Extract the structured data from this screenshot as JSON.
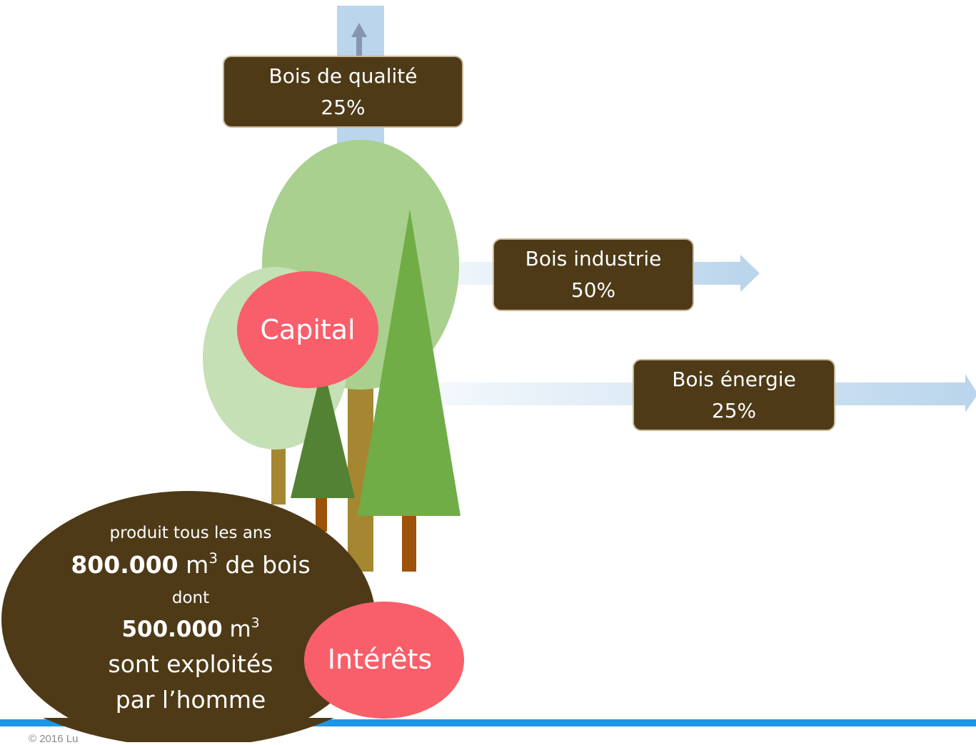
{
  "outputs": [
    {
      "label": "Bois de qualité",
      "percent": "25%"
    },
    {
      "label": "Bois industrie",
      "percent": "50%"
    },
    {
      "label": "Bois énergie",
      "percent": "25%"
    }
  ],
  "capital_label": "Capital",
  "interets_label": "Intérêts",
  "production": {
    "line1": "produit tous les ans",
    "amount1": "800.000",
    "unit1": "m",
    "exp1": "3",
    "suffix1": " de bois",
    "line3": "dont",
    "amount2": "500.000",
    "unit2": "m",
    "exp2": "3",
    "line5": "sont exploités",
    "line6": "par l’homme"
  },
  "copyright": "© 2016 Lu",
  "colors": {
    "box_brown": "#4e3a17",
    "pink": "#f85f6a",
    "blue_arrow": "#bad5ec",
    "footer_blue": "#1e96e6",
    "tree_light": "#a9d08e",
    "tree_pale": "#c5e0b4",
    "tree_mid": "#70ad47",
    "tree_dark": "#548235"
  }
}
